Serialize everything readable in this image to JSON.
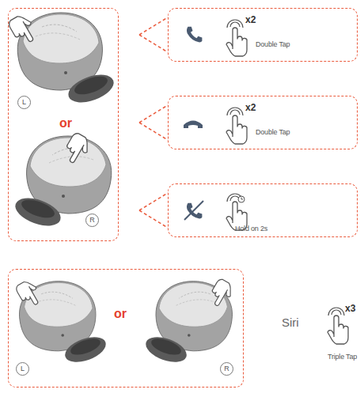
{
  "diagram": {
    "nodes": [
      {
        "text": [
          "or"
        ]
      },
      {
        "text": [
          "L"
        ],
        "in": 0
      },
      {
        "text": [
          "R"
        ],
        "in": 0
      },
      {
        "text": [
          "x2",
          "Double Tap"
        ]
      },
      {
        "text": [
          "x2",
          "Double Tap"
        ]
      },
      {
        "text": [
          "Hold on 2s"
        ]
      },
      {
        "text": [
          "or"
        ]
      },
      {
        "text": [
          "L"
        ],
        "in": 6
      },
      {
        "text": [
          "R"
        ],
        "in": 6
      }
    ],
    "edges": [
      {
        "from": 0,
        "to": 3,
        "arrow": "none"
      },
      {
        "from": 0,
        "to": 4,
        "arrow": "none"
      },
      {
        "from": 0,
        "to": 5,
        "arrow": "none"
      }
    ],
    "labels": [
      "Siri",
      "x3",
      "Triple Tap"
    ]
  }
}
